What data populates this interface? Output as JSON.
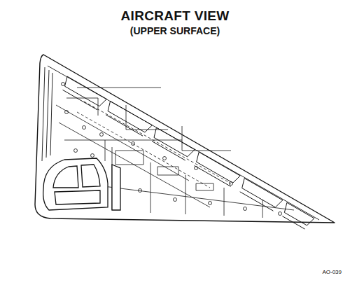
{
  "diagram": {
    "title": "AIRCRAFT VIEW",
    "labels": [
      "(UPPER SURFACE)",
      "AO-039"
    ]
  }
}
